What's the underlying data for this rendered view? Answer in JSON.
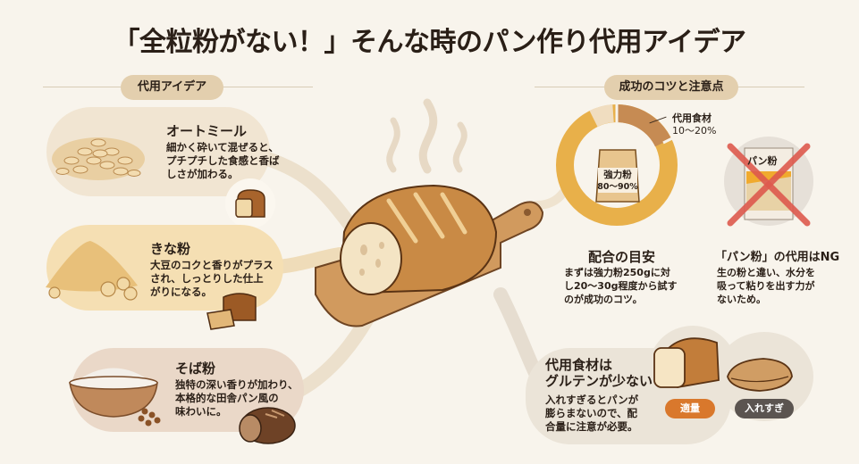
{
  "title": "「全粒粉がない！」そんな時のパン作り代用アイデア",
  "colors": {
    "background": "#f8f4ec",
    "pill": "#e3cfae",
    "oatmeal_card": "#f1e5d2",
    "kinako_card": "#f5dfb3",
    "soba_card": "#ead8c8",
    "tip_card": "#ebe4d8",
    "donut_main": "#e8b04a",
    "donut_sub": "#c68b53",
    "donut_gap": "#f0ddc0",
    "badge_ok": "#d9782c",
    "badge_ng": "#5b5450",
    "cross": "#de5a4e"
  },
  "left_section": {
    "heading": "代用アイデア",
    "items": [
      {
        "icon": "oatmeal-icon",
        "title": "オートミール",
        "description_lines": [
          "細かく砕いて混ぜると、",
          "プチプチした食感と香ば",
          "しさが加わる。"
        ],
        "thumb_icon": "bread-loaf-icon"
      },
      {
        "icon": "kinako-powder-icon",
        "title": "きな粉",
        "description_lines": [
          "大豆のコクと香りがプラス",
          "され、しっとりした仕上",
          "がりになる。"
        ],
        "thumb_icon": "sliced-bread-icon"
      },
      {
        "icon": "buckwheat-flour-bowl-icon",
        "title": "そば粉",
        "description_lines": [
          "独特の深い香りが加わり、",
          "本格的な田舎パン風の",
          "味わいに。"
        ],
        "thumb_icon": "rustic-bread-icon"
      }
    ]
  },
  "center": {
    "illustration": "bread-on-cutting-board-icon"
  },
  "right_section": {
    "heading": "成功のコツと注意点",
    "ratio": {
      "bag_label": "強力粉",
      "bag_percent": "80〜90%",
      "sub_label": "代用食材",
      "sub_percent": "10〜20%",
      "title": "配合の目安",
      "description_lines": [
        "まずは強力粉250gに対",
        "し20〜30g程度から試す",
        "のが成功のコツ。"
      ]
    },
    "ng": {
      "bag_label": "パン粉",
      "title": "「パン粉」の代用はNG",
      "description_lines": [
        "生の粉と違い、水分を",
        "吸って粘りを出す力が",
        "ないため。"
      ]
    },
    "gluten": {
      "title_lines": [
        "代用食材は",
        "グルテンが少ない"
      ],
      "description_lines": [
        "入れすぎるとパンが",
        "膨らまないので、配",
        "合量に注意が必要。"
      ],
      "badge_ok": "適量",
      "badge_ng": "入れすぎ"
    }
  }
}
